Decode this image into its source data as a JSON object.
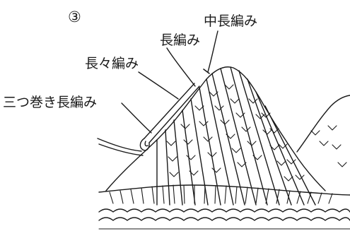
{
  "step_marker": "③",
  "labels": {
    "half_double_crochet": "中長編み",
    "double_crochet": "長編み",
    "treble_crochet": "長々編み",
    "triple_treble_crochet": "三つ巻き長編み"
  },
  "line_color": "#1a1a1a"
}
